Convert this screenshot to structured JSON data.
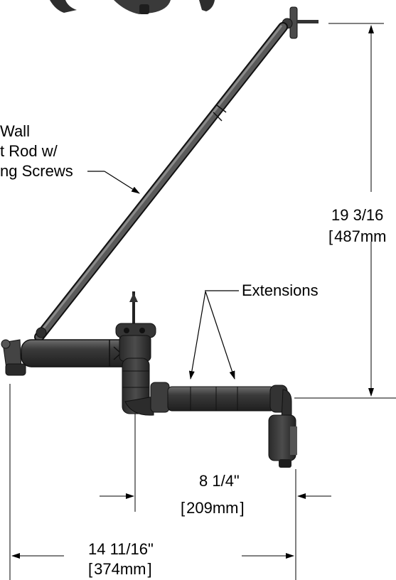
{
  "callouts": {
    "support_rod": [
      "Wall",
      "t Rod w/",
      "ng Screws"
    ],
    "extensions": "Extensions"
  },
  "dimensions": {
    "vertical": {
      "imperial": "19 3/16",
      "metric": "487mm"
    },
    "inner_horizontal": {
      "imperial": "8 1/4\"",
      "metric": "209mm"
    },
    "outer_horizontal": {
      "imperial": "14 11/16\"",
      "metric": "374mm"
    }
  },
  "colors": {
    "line": "#000000",
    "part_dark": "#2b2b2b",
    "part_mid": "#4a4a4a",
    "part_light": "#7a7a7a",
    "background": "#ffffff"
  }
}
